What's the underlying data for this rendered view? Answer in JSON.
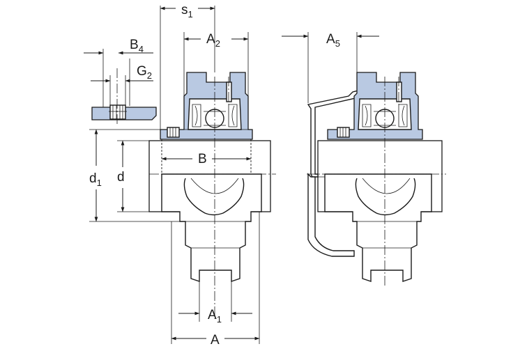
{
  "colors": {
    "housing_fill": "#b9c9e2",
    "outline": "#1a1a1a",
    "background": "#ffffff"
  },
  "labels": {
    "s1": {
      "main": "s",
      "sub": "1"
    },
    "A2": {
      "main": "A",
      "sub": "2"
    },
    "B4": {
      "main": "B",
      "sub": "4"
    },
    "G2": {
      "main": "G",
      "sub": "2"
    },
    "A5": {
      "main": "A",
      "sub": "5"
    },
    "B": {
      "main": "B"
    },
    "d1": {
      "main": "d",
      "sub": "1"
    },
    "d": {
      "main": "d"
    },
    "A1": {
      "main": "A",
      "sub": "1"
    },
    "A": {
      "main": "A"
    }
  }
}
